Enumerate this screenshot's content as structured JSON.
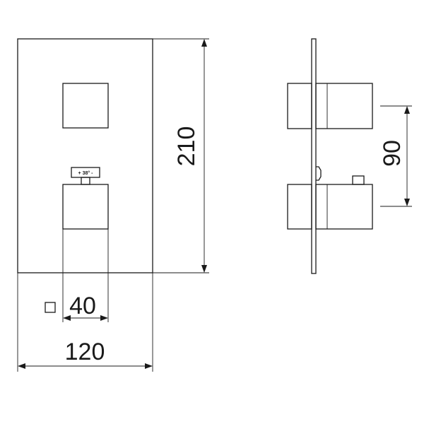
{
  "dimensions": {
    "height_label": "210",
    "spacing_label": "90",
    "knob_width_label": "40",
    "total_width_label": "120"
  },
  "thermostat_scale_label": "+ 38° -",
  "square_symbol": "□"
}
